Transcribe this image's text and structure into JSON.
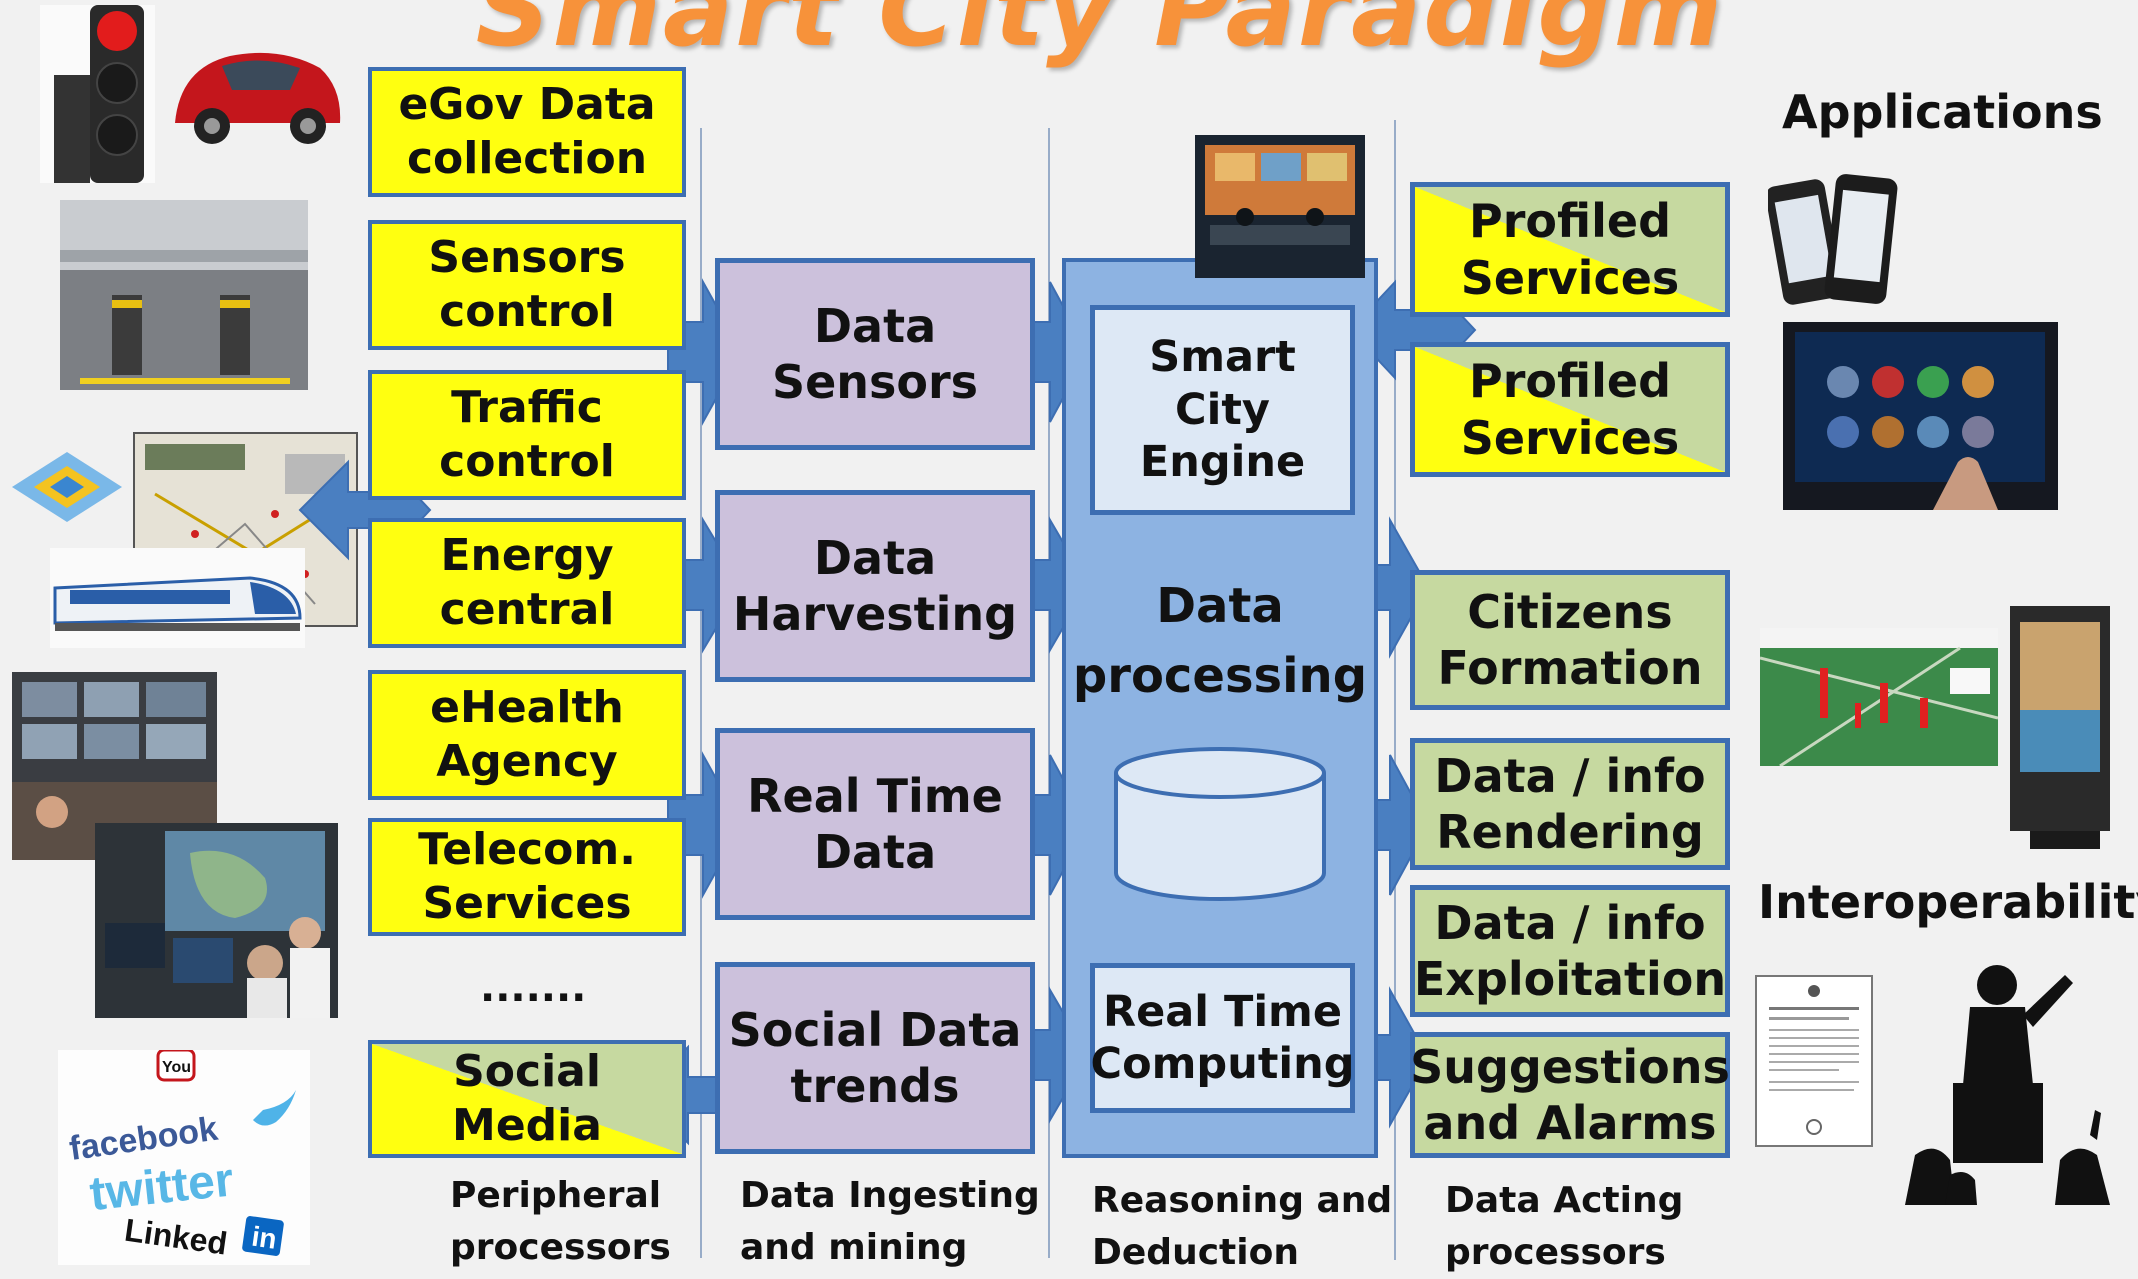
{
  "title": "Smart City Paradigm",
  "colors": {
    "accent_title": "#f7923a",
    "yellow_box": "#ffff10",
    "lavender_box": "#ccc1dc",
    "green_box": "#c6d9a0",
    "border_blue": "#3d6eb2",
    "engine_blue": "#8db3e2"
  },
  "peripheral": {
    "items": [
      "eGov Data\ncollection",
      "Sensors\ncontrol",
      "Traffic\ncontrol",
      "Energy\ncentral",
      "eHealth\nAgency",
      "Telecom.\nServices"
    ],
    "ellipsis": ".......",
    "social": "Social\nMedia",
    "caption": "Peripheral\nprocessors"
  },
  "ingesting": {
    "items": [
      "Data\nSensors",
      "Data\nHarvesting",
      "Real Time\nData",
      "Social Data\ntrends"
    ],
    "caption": "Data Ingesting\nand mining"
  },
  "reasoning": {
    "engine": "Smart City\nEngine",
    "processing": "Data\nprocessing",
    "realtime": "Real Time\nComputing",
    "caption": "Reasoning and\nDeduction"
  },
  "acting": {
    "profiled_1": "Profiled\nServices",
    "profiled_2": "Profiled\nServices",
    "items": [
      "Citizens\nFormation",
      "Data / info\nRendering",
      "Data / info\nExploitation",
      "Suggestions\nand Alarms"
    ],
    "caption": "Data Acting\nprocessors"
  },
  "right_side": {
    "applications": "Applications",
    "interoperability": "Interoperability"
  },
  "images": {
    "traffic_light": "traffic-light-photo",
    "car": "red-car-photo",
    "bollards": "parking-bollards-photo",
    "sensor_icon": "sensor-chip-icon",
    "map": "city-map-screenshot",
    "train": "train-photo",
    "control_room_1": "control-room-photo",
    "control_room_2": "operators-photo",
    "social_logos": "social-media-logos",
    "operations_center": "operations-center-photo",
    "phones": "smartphones-photo",
    "car_panel": "touchscreen-panel-photo",
    "co2_map": "co2-emissions-map",
    "kiosk": "info-kiosk-photo",
    "document": "document-scan",
    "speaker": "speaker-silhouette"
  },
  "social_logo_text": {
    "facebook": "facebook",
    "twitter": "twitter",
    "linkedin": "Linked",
    "linkedin_in": "in",
    "youtube": "You"
  }
}
